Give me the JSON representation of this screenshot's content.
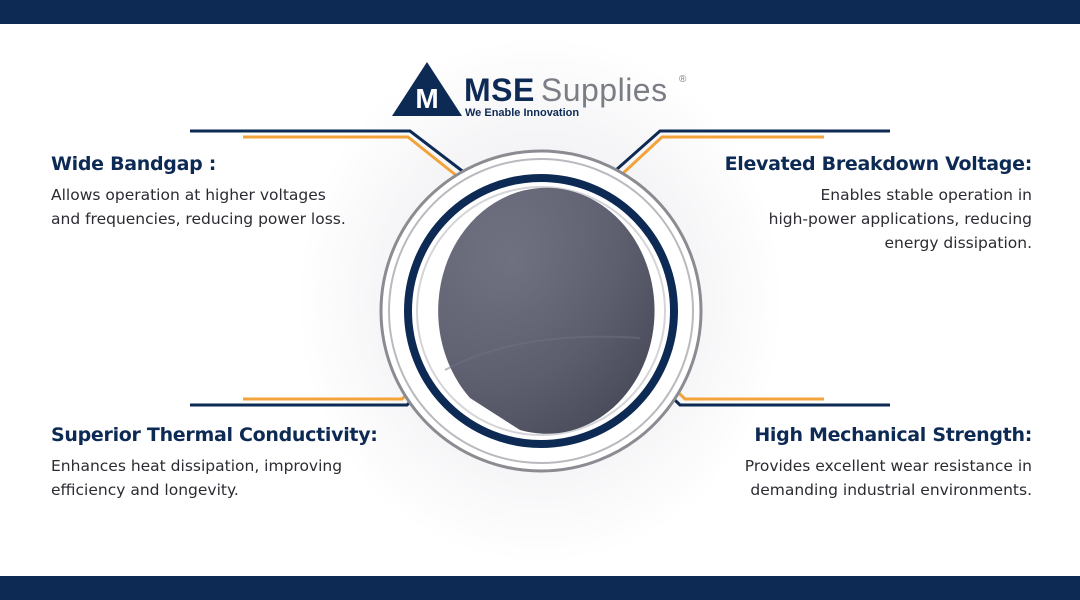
{
  "brand": {
    "name": "MSE",
    "name_suffix": "Supplies",
    "registered_mark": "®",
    "tagline": "We Enable Innovation",
    "logo_letter": "M",
    "colors": {
      "navy": "#0d2a54",
      "orange": "#f2a33a",
      "gray": "#7a7d84"
    }
  },
  "features": [
    {
      "title": "Wide Bandgap :",
      "description": "Allows operation at higher voltages\nand frequencies, reducing power loss."
    },
    {
      "title": "Elevated Breakdown Voltage:",
      "description": "Enables stable operation in\nhigh-power applications, reducing\nenergy dissipation."
    },
    {
      "title": "Superior Thermal Conductivity:",
      "description": "Enhances heat dissipation, improving\nefficiency and longevity."
    },
    {
      "title": "High Mechanical Strength:",
      "description": "Provides excellent wear resistance in\ndemanding industrial environments."
    }
  ],
  "center_image": "silicon-carbide-wafer"
}
